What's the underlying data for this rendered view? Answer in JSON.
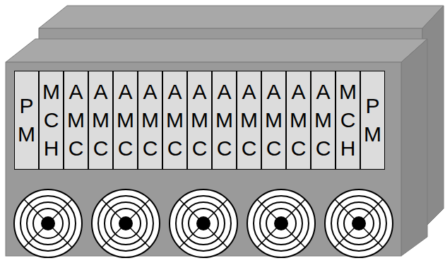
{
  "diagram": {
    "nodes": [
      {
        "text": [
          "P M"
        ]
      },
      {
        "text": [
          "M C H"
        ]
      },
      {
        "text": [
          "A M C"
        ]
      },
      {
        "text": [
          "A M C"
        ]
      },
      {
        "text": [
          "A M C"
        ]
      },
      {
        "text": [
          "A M C"
        ]
      },
      {
        "text": [
          "A M C"
        ]
      },
      {
        "text": [
          "A M C"
        ]
      },
      {
        "text": [
          "A M C"
        ]
      },
      {
        "text": [
          "A M C"
        ]
      },
      {
        "text": [
          "A M C"
        ]
      },
      {
        "text": [
          "A M C"
        ]
      },
      {
        "text": [
          "A M C"
        ]
      },
      {
        "text": [
          "M C H"
        ]
      },
      {
        "text": [
          "P M"
        ]
      }
    ]
  }
}
